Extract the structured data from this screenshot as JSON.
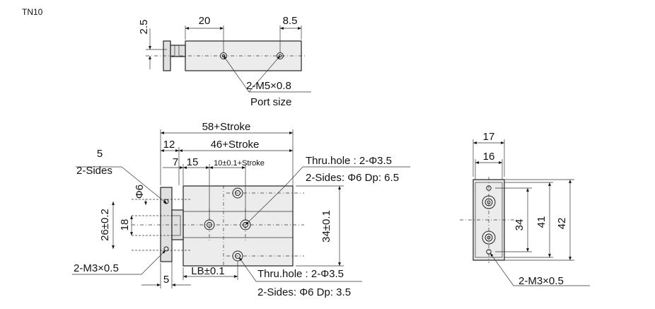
{
  "model": "TN10",
  "top_view": {
    "dim_height": "2.5",
    "dim_port_pitch": "20",
    "dim_port_end": "8.5",
    "port_thread": "2-M5×0.8",
    "port_note": "Port size"
  },
  "front_view": {
    "dim_overall": "58+Stroke",
    "dim_plate": "12",
    "dim_body": "46+Stroke",
    "dim_seven": "7",
    "dim_fifteen": "15",
    "dim_hole_pitch": "10±0.1+Stroke",
    "plate_label": "5",
    "plate_sides": "2-Sides",
    "dim_rod_dia": "Φ6",
    "dim_plate_span": "26±0.2",
    "dim_rod_pitch": "18",
    "dim_height": "34±0.1",
    "plate_thread": "2-M3×0.5",
    "dim_thickness": "5",
    "dim_lb": "LB±0.1",
    "thru_hole_top": "Thru.hole : 2-Φ3.5",
    "sides_top": "2-Sides: Φ6 Dp: 6.5",
    "thru_hole_bottom": "Thru.hole : 2-Φ3.5",
    "sides_bottom": "2-Sides: Φ6 Dp: 3.5"
  },
  "side_view": {
    "dim_width_outer": "17",
    "dim_width_inner": "16",
    "dim_34": "34",
    "dim_41": "41",
    "dim_42": "42",
    "thread": "2-M3×0.5"
  }
}
